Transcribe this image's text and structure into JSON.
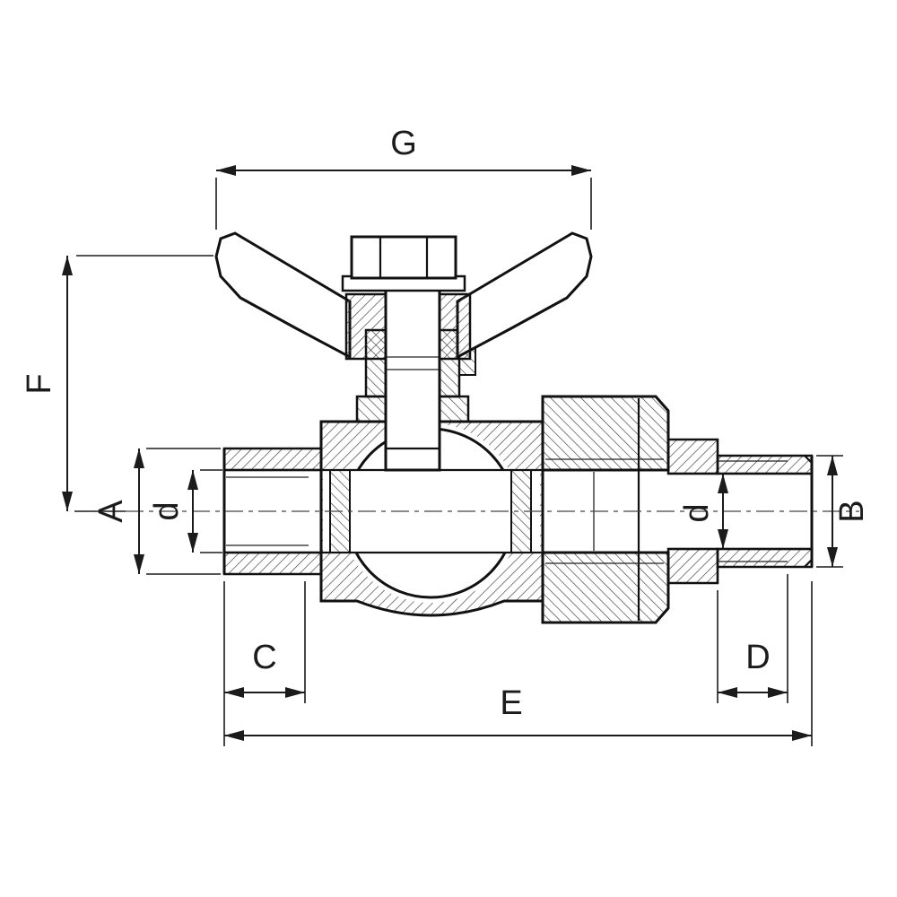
{
  "dims": {
    "G": "G",
    "F": "F",
    "A": "A",
    "B": "B",
    "C": "C",
    "D": "D",
    "E": "E",
    "d_left": "d",
    "d_right": "d"
  }
}
